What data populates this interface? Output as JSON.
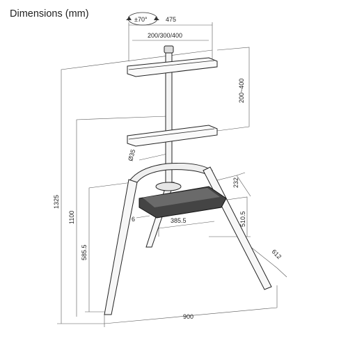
{
  "title": "Dimensions (mm)",
  "labels": {
    "rotation": "±70°",
    "width_475": "475",
    "vesa": "200/300/400",
    "height_adjust": "200~400",
    "pole_diameter": "Ø35",
    "shelf_depth": "232",
    "shelf_height": "510.5",
    "shelf_width": "385.5",
    "shelf_thickness": "6",
    "leg_depth": "612",
    "height_total": "1325",
    "height_1100": "1100",
    "height_585": "585.5",
    "base_width": "900"
  }
}
